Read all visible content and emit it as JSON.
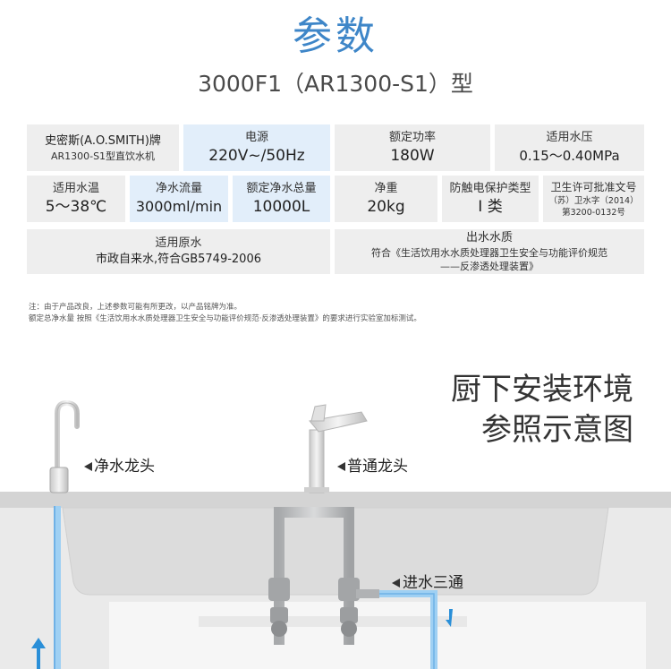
{
  "title": "参数",
  "model": "3000F1（AR1300-S1）型",
  "specs": {
    "brand": {
      "line1": "史密斯(A.O.SMITH)牌",
      "line2": "AR1300-S1型直饮水机"
    },
    "power_supply": {
      "label": "电源",
      "value": "220V~/50Hz"
    },
    "rated_power": {
      "label": "额定功率",
      "value": "180W"
    },
    "water_pressure": {
      "label": "适用水压",
      "value": "0.15～0.40MPa"
    },
    "water_temp": {
      "label": "适用水温",
      "value": "5～38℃"
    },
    "flow": {
      "label": "净水流量",
      "value": "3000ml/min"
    },
    "total_volume": {
      "label": "额定净水总量",
      "value": "10000L"
    },
    "net_weight": {
      "label": "净重",
      "value": "20kg"
    },
    "shock_class": {
      "label": "防触电保护类型",
      "value": "Ⅰ 类"
    },
    "license": {
      "label": "卫生许可批准文号",
      "line1": "（苏）卫水字（2014）",
      "line2": "第3200-0132号"
    },
    "source_water": {
      "label": "适用原水",
      "value": "市政自来水,符合GB5749-2006"
    },
    "output_quality": {
      "label": "出水水质",
      "line1": "符合《生活饮用水水质处理器卫生安全与功能评价规范",
      "line2": "——反渗透处理装置》"
    }
  },
  "notes": [
    "注：由于产品改良，上述参数可能有所更改，以产品铭牌为准。",
    "额定总净水量 按照《生活饮用水水质处理器卫生安全与功能评价规范·反渗透处理装置》的要求进行实验室加标测试。"
  ],
  "install": {
    "heading_line1": "厨下安装环境",
    "heading_line2": "参照示意图",
    "label_pure_faucet": "净水龙头",
    "label_normal_faucet": "普通龙头",
    "label_tee": "进水三通"
  },
  "colors": {
    "title_blue": "#3e86c8",
    "cell_grey": "#eeeeee",
    "cell_blue": "#e2eefa",
    "pipe_blue": "#6fb1e6",
    "arrow_blue": "#2a8fd8"
  }
}
